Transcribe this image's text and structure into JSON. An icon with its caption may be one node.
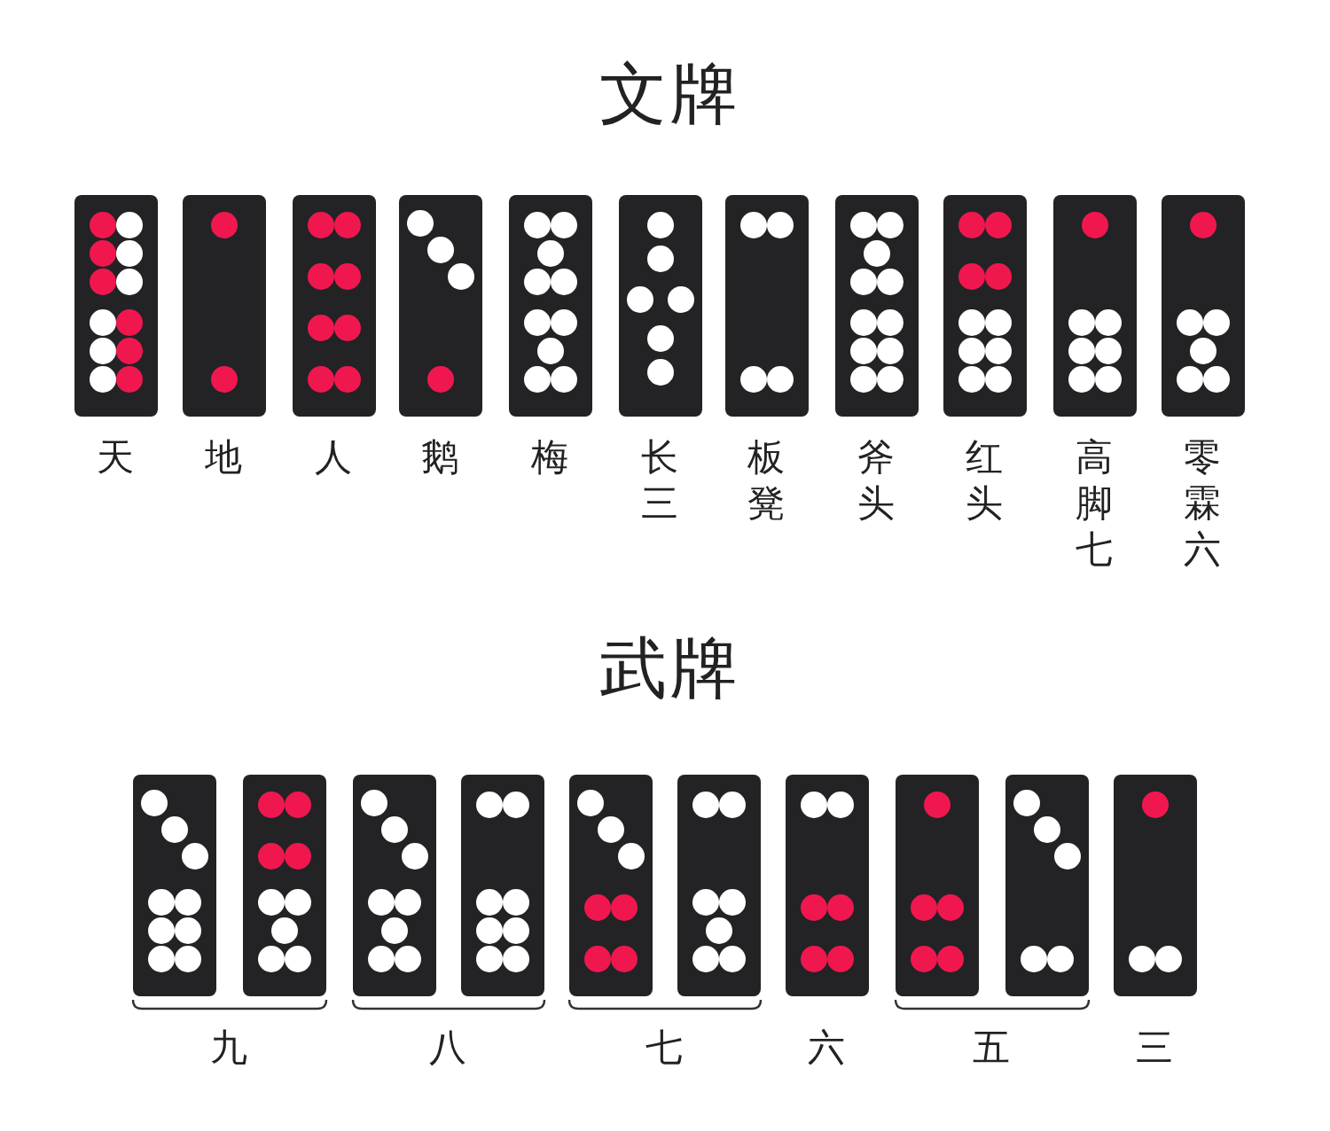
{
  "diagram": {
    "labels": [
      "文牌",
      "天",
      "地",
      "人",
      "鹅",
      "梅",
      "长三",
      "板凳",
      "斧头",
      "红头",
      "高脚七",
      "零霖六",
      "武牌",
      "九",
      "八",
      "七",
      "六",
      "五",
      "三"
    ]
  }
}
